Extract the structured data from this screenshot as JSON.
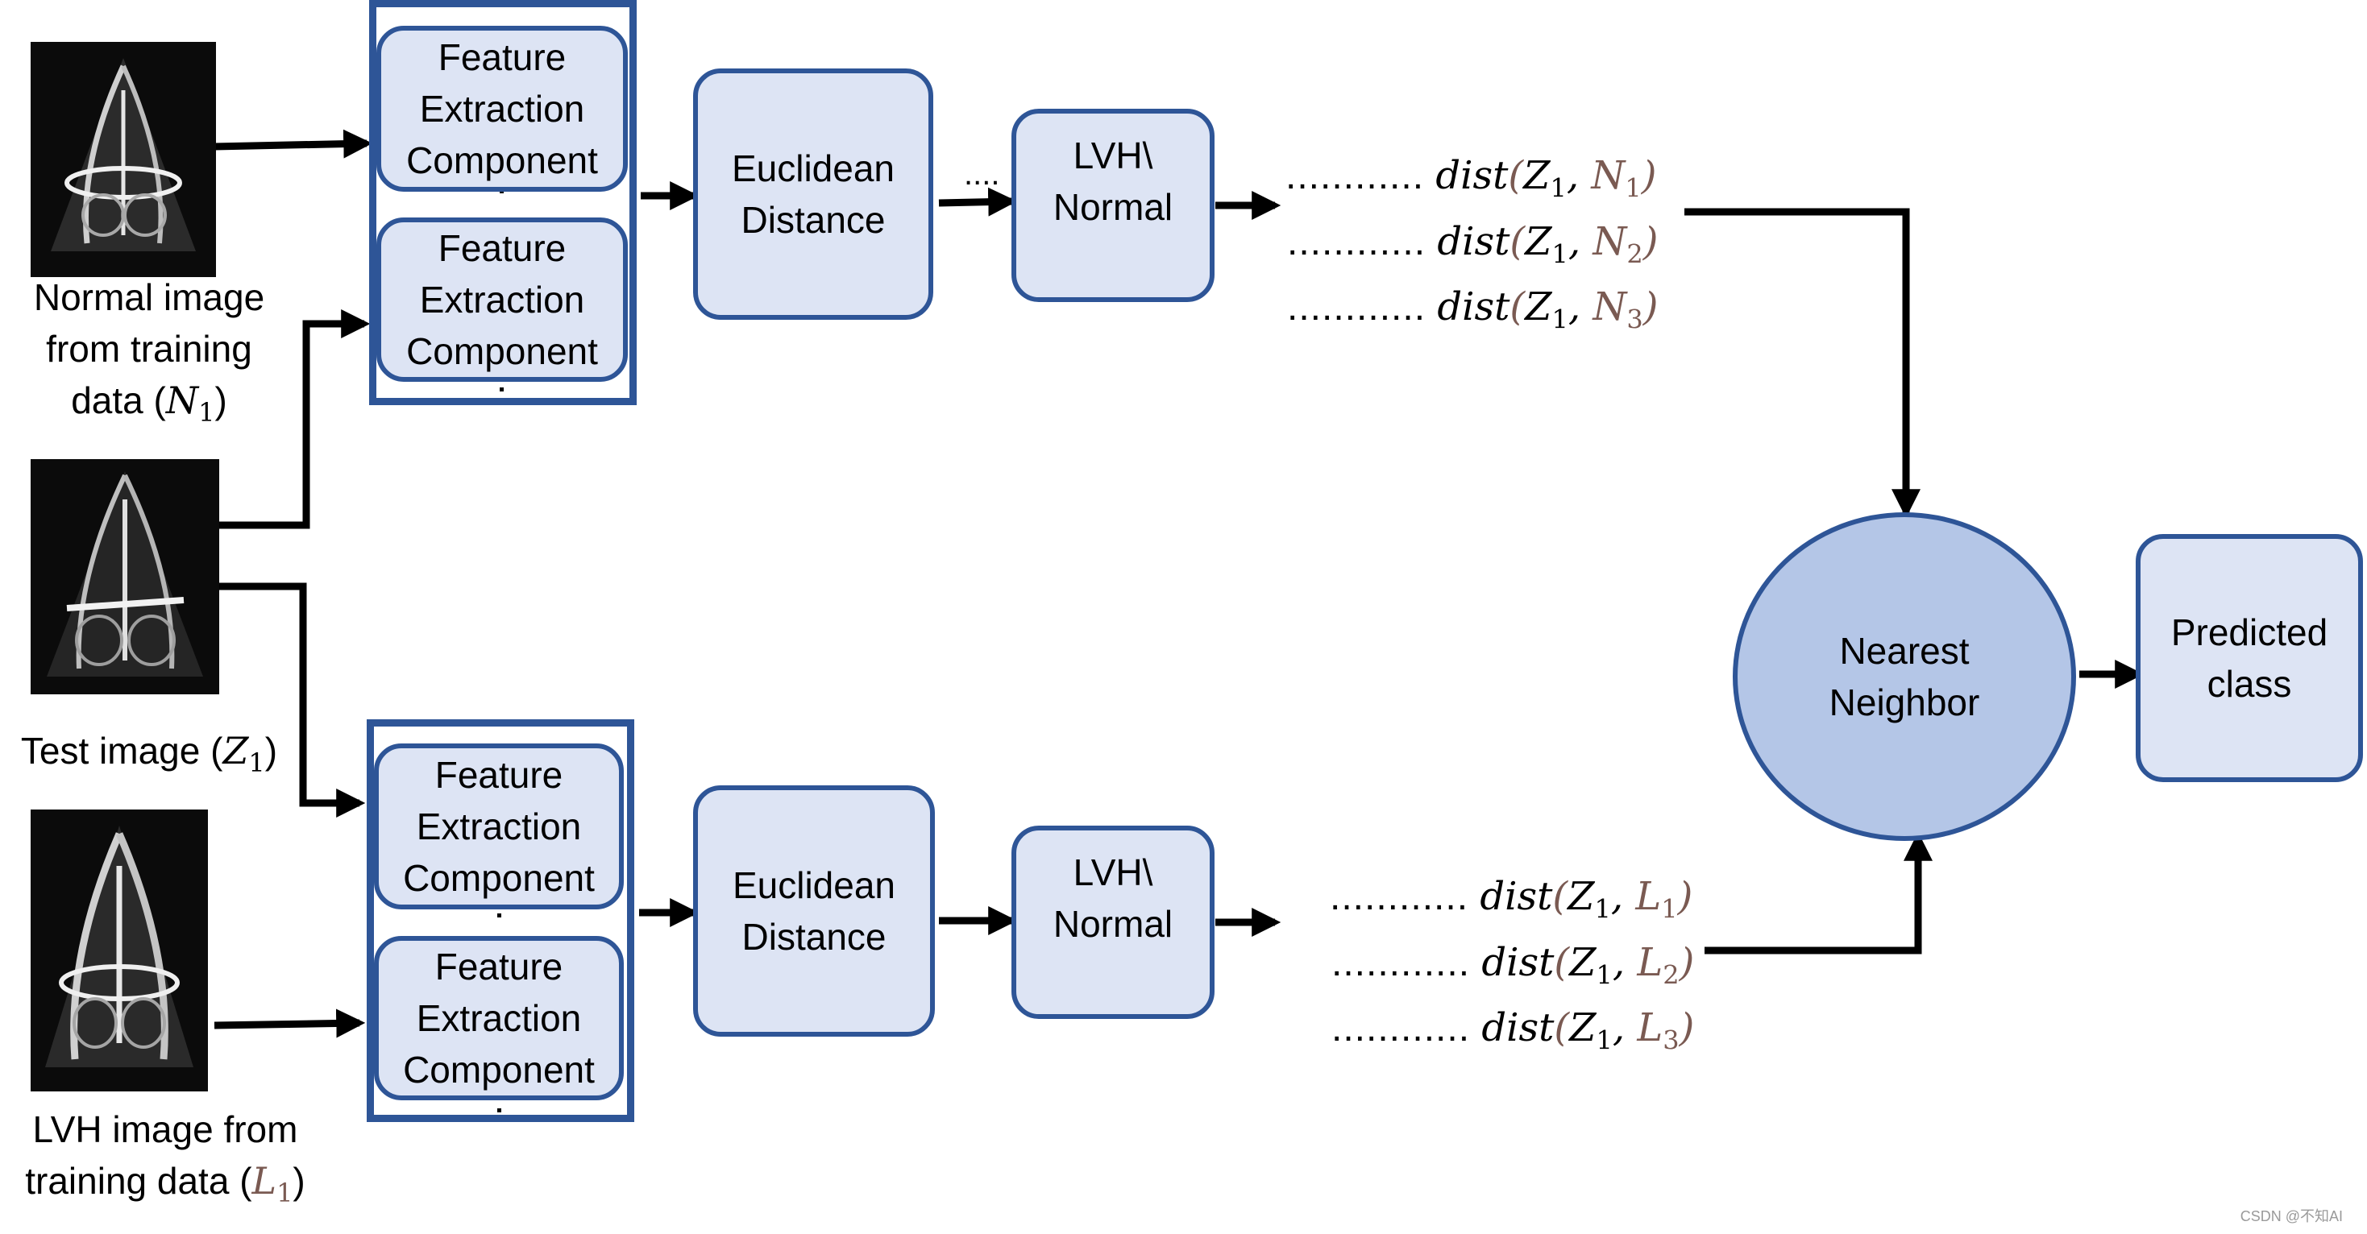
{
  "inputs": {
    "normal": {
      "caption_lines": [
        "Normal image",
        "from training"
      ],
      "caption_data": "data (",
      "symbol": "N",
      "sub": "1",
      "close": ")"
    },
    "test": {
      "caption": "Test image (",
      "symbol": "Z",
      "sub": "1",
      "close": ")"
    },
    "lvh": {
      "caption_line1": "LVH image from",
      "caption_data": "training data (",
      "symbol": "L",
      "sub": "1",
      "close": ")"
    }
  },
  "feature_extraction": {
    "line1": "Feature",
    "line2": "Extraction",
    "line3": "Component"
  },
  "euclidean": {
    "line1": "Euclidean",
    "line2": "Distance"
  },
  "classifier": {
    "line1": "LVH\\",
    "line2": "Normal"
  },
  "nearest": {
    "line1": "Nearest",
    "line2": "Neighbor"
  },
  "predicted": {
    "line1": "Predicted",
    "line2": "class"
  },
  "distances": {
    "dots": "............",
    "fn": "dist",
    "normal": [
      {
        "z": "Z",
        "zsub": "1",
        "t": "N",
        "tsub": "1"
      },
      {
        "z": "Z",
        "zsub": "1",
        "t": "N",
        "tsub": "2"
      },
      {
        "z": "Z",
        "zsub": "1",
        "t": "N",
        "tsub": "3"
      }
    ],
    "lvh": [
      {
        "z": "Z",
        "zsub": "1",
        "t": "L",
        "tsub": "1"
      },
      {
        "z": "Z",
        "zsub": "1",
        "t": "L",
        "tsub": "2"
      },
      {
        "z": "Z",
        "zsub": "1",
        "t": "L",
        "tsub": "3"
      }
    ]
  },
  "connector_dots": "....",
  "watermark": "CSDN @不知AI",
  "colors": {
    "box_fill": "#dde4f4",
    "box_border": "#2e5597",
    "circle_fill": "#b4c6e7",
    "highlight_symbol": "#7a5a52"
  }
}
